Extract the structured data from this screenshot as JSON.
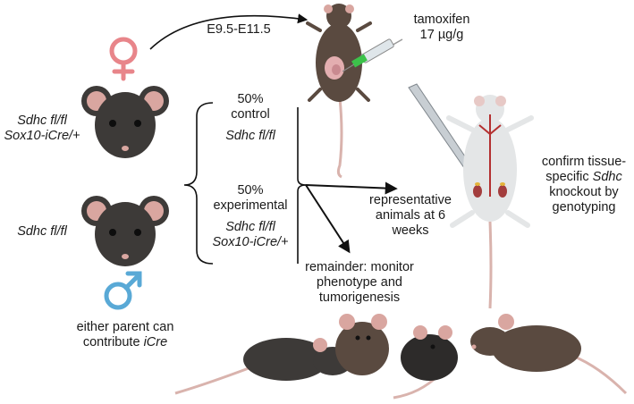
{
  "parents": {
    "mother_genotype": [
      "Sdhc fl/fl",
      "Sox10-iCre/+"
    ],
    "father_genotype": "Sdhc fl/fl",
    "note_line1": "either parent can",
    "note_line2_prefix": "contribute ",
    "note_line2_italic": "iCre"
  },
  "timing": {
    "window": "E9.5-E11.5",
    "treatment": "tamoxifen",
    "dose": "17 µg/g"
  },
  "offspring": {
    "control_pct": "50%",
    "control_label": "control",
    "control_genotype": "Sdhc fl/fl",
    "experimental_pct": "50%",
    "experimental_label": "experimental",
    "experimental_genotype": [
      "Sdhc fl/fl",
      "Sox10-iCre/+"
    ]
  },
  "outcomes": {
    "representative": [
      "representative",
      "animals at 6",
      "weeks"
    ],
    "remainder": [
      "remainder: monitor",
      "phenotype and",
      "tumorigenesis"
    ],
    "confirm_line1": "confirm tissue-",
    "confirm_line2_prefix": "specific ",
    "confirm_line2_italic": "Sdhc",
    "confirm_line3": "knockout by",
    "confirm_line4": "genotyping"
  },
  "colors": {
    "female_symbol": "#e8858a",
    "male_symbol": "#59a9d6",
    "mouse_dark": "#3d3a38",
    "mouse_brown": "#5a4a40",
    "ear_pink": "#d9a6a0",
    "tail_pink": "#d9b3ad",
    "syringe_green": "#3cc24a",
    "arrow": "#111111"
  },
  "icons": [
    "female-symbol-icon",
    "male-symbol-icon",
    "mouse-face-icon",
    "pregnant-mouse-icon",
    "syringe-icon",
    "scalpel-icon",
    "dissected-mouse-icon",
    "walking-mouse-icon"
  ]
}
